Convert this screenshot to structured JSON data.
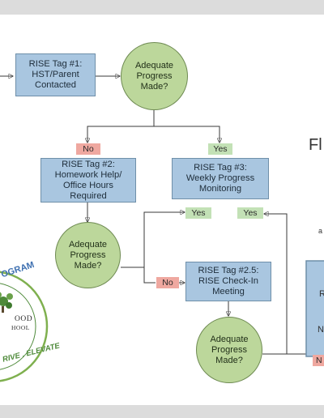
{
  "nodes": {
    "tag1": "RISE Tag #1:\nHST/Parent\nContacted",
    "q1": "Adequate\nProgress\nMade?",
    "tag2": "RISE Tag #2:\nHomework Help/\nOffice Hours Required",
    "tag3": "RISE Tag #3:\nWeekly Progress\nMonitoring",
    "q2": "Adequate\nProgress\nMade?",
    "tag25": "RISE Tag #2.5:\nRISE Check-In\nMeeting",
    "q3": "Adequate\nProgress\nMade?"
  },
  "branch_labels": {
    "no_1": "No",
    "yes_1": "Yes",
    "yes_2": "Yes",
    "yes_3": "Yes",
    "no_2": "No",
    "no_3": "N"
  },
  "cut_off_text": {
    "title_fragment": "Fl",
    "small_fragment": "a",
    "box_line_1": "R",
    "box_line_2": "N"
  },
  "logo": {
    "arc_text": "OGRAM",
    "name_line_1": "OOD",
    "name_line_2": "HOOL",
    "motto": "RIVE . ELEVATE"
  },
  "colors": {
    "box_fill": "#a9c6e0",
    "circle_fill": "#bcd79b",
    "no_badge": "#efa8a0",
    "yes_badge": "#c3e1b6",
    "logo_green": "#4e8a3a",
    "logo_blue": "#3d6fb0"
  }
}
